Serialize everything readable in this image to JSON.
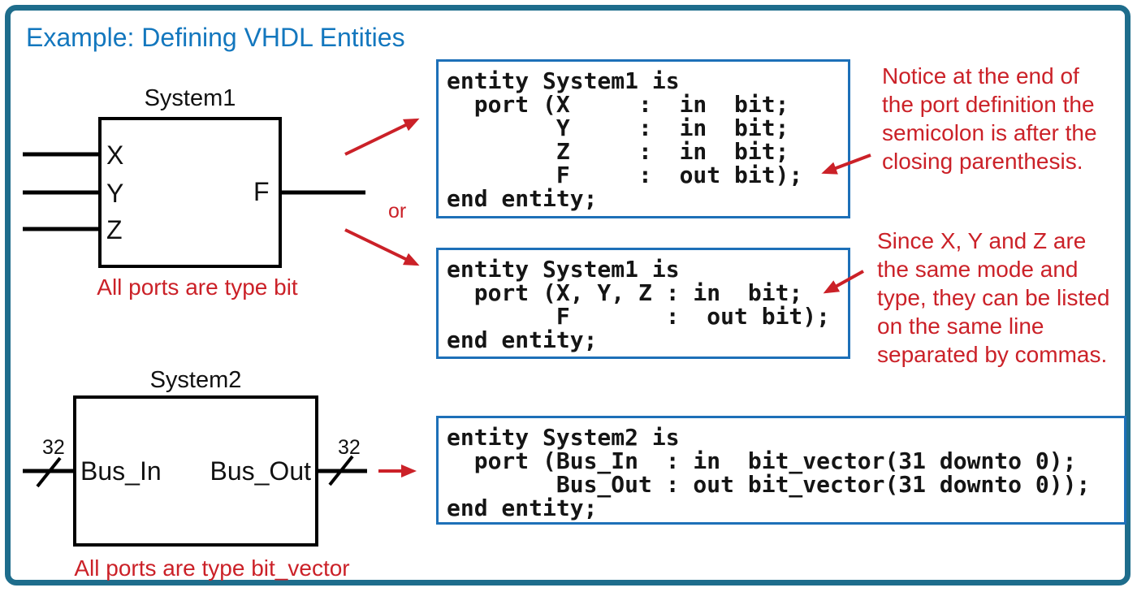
{
  "title": {
    "text": "Example: Defining VHDL Entities"
  },
  "colors": {
    "title_blue": "#1377BE",
    "frame_teal": "#1E6D8C",
    "code_box_border_blue": "#1D70B8",
    "accent_red": "#CB2128",
    "diagram_black": "#111111"
  },
  "system1": {
    "label": "System1",
    "port_x": "X",
    "port_y": "Y",
    "port_z": "Z",
    "port_f": "F",
    "caption": "All ports are type bit"
  },
  "or_label": "or",
  "code_box_1": {
    "code": "entity System1 is\n  port (X     :  in  bit;\n        Y     :  in  bit;\n        Z     :  in  bit;\n        F     :  out bit);\nend entity;"
  },
  "code_box_2": {
    "code": "entity System1 is\n  port (X, Y, Z : in  bit;\n        F       :  out bit);\nend entity;"
  },
  "code_box_3": {
    "code": "entity System2 is\n  port (Bus_In  : in  bit_vector(31 downto 0);\n        Bus_Out : out bit_vector(31 downto 0));\nend entity;"
  },
  "annotation_1": {
    "lines": [
      "Notice at the end of",
      "the port definition the",
      "semicolon is after the",
      "closing parenthesis."
    ]
  },
  "annotation_2": {
    "lines": [
      "Since X, Y and Z are",
      "the same mode and",
      "type, they can be listed",
      "on the same line",
      "separated by commas."
    ]
  },
  "system2": {
    "label": "System2",
    "port_in": "Bus_In",
    "port_out": "Bus_Out",
    "bus_width_left": "32",
    "bus_width_right": "32",
    "caption": "All ports are type bit_vector"
  }
}
